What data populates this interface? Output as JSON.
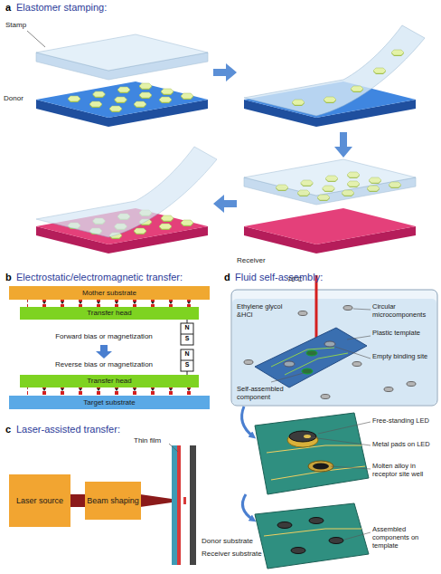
{
  "diagram": {
    "nodes": [
      {
        "text": [
          "Mother substrate"
        ]
      },
      {
        "text": [
          "Transfer head"
        ]
      },
      {
        "text": [
          "Transfer head"
        ]
      },
      {
        "text": [
          "Target substrate"
        ]
      },
      {
        "text": [
          "Laser source"
        ]
      },
      {
        "text": [
          "Beam shaping"
        ]
      }
    ],
    "edges": [
      {
        "from": 4,
        "to": 5,
        "arrow": "none"
      }
    ],
    "labels": [
      "a",
      "Elastomer stamping:",
      "Stamp",
      "Donor",
      "Receiver",
      "b",
      "Electrostatic/electromagnetic transfer:",
      "N",
      "S",
      "Forward bias or magnetization",
      "Reverse bias or magnetization",
      "N",
      "S",
      "c",
      "Laser-assisted transfer:",
      "Thin film",
      "Donor substrate",
      "Receiver substrate",
      "d",
      "Fluid self-assembly:",
      "70°C",
      "Ethylene glycol &HCl",
      "Circular microcomponents",
      "Plastic template",
      "Self-assembled component",
      "Empty binding site",
      "Free-standing LED",
      "Metal pads on LED",
      "Molten alloy in receptor site well",
      "Assembled components on template"
    ]
  }
}
